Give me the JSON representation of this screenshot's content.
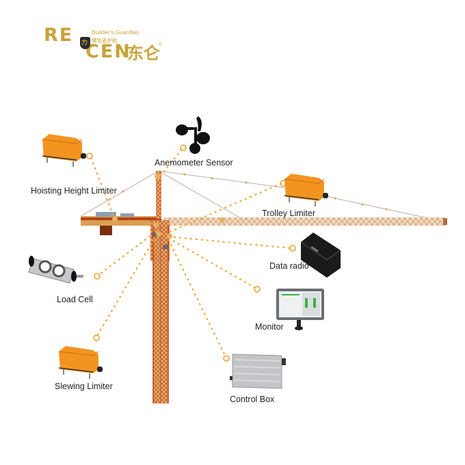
{
  "logo": {
    "line1": "RE",
    "line2": "CEN",
    "chinese_brand": "东仑",
    "tagline": "Builder's Guardian",
    "tagline_cn": "建筑者护航",
    "shield_char": "力",
    "registered": "®",
    "color": "#c9a33a"
  },
  "components": [
    {
      "id": "hoisting-height-limiter",
      "label": "Hoisting Height Limiter",
      "icon": "limiter-box-icon"
    },
    {
      "id": "anemometer-sensor",
      "label": "Anemometer Sensor",
      "icon": "anemometer-icon"
    },
    {
      "id": "trolley-limiter",
      "label": "Trolley Limiter",
      "icon": "limiter-box-icon"
    },
    {
      "id": "data-radio",
      "label": "Data radio",
      "icon": "radio-box-icon"
    },
    {
      "id": "load-cell",
      "label": "Load Cell",
      "icon": "load-cell-icon"
    },
    {
      "id": "monitor",
      "label": "Monitor",
      "icon": "monitor-icon"
    },
    {
      "id": "slewing-limiter",
      "label": "Slewing Limiter",
      "icon": "limiter-box-icon"
    },
    {
      "id": "control-box",
      "label": "Control Box",
      "icon": "control-box-icon"
    }
  ],
  "colors": {
    "connector": "#f0a030",
    "crane_red": "#b8401a",
    "crane_yellow": "#e8a020",
    "limiter_orange": "#f39420"
  }
}
